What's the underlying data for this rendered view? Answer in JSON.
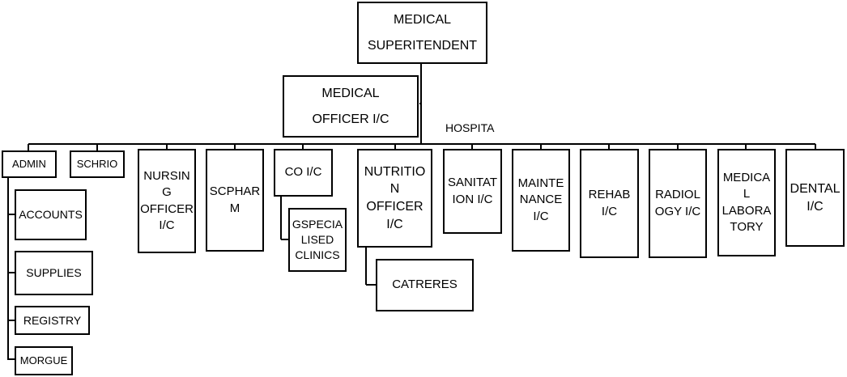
{
  "org_chart": {
    "top": "MEDICAL\nSUPERITENDENT",
    "officer": "MEDICAL\nOFFICER I/C",
    "hospital_label": "HOSPITA",
    "departments": {
      "admin": "ADMIN",
      "schrio": "SCHRIO",
      "nursing": "NURSIN\nG\nOFFICER\nI/C",
      "scpharm": "SCPHAR\nM",
      "co": "CO I/C",
      "nutrition": "NUTRITIO\nN\nOFFICER\nI/C",
      "sanitation": "SANITAT\nION I/C",
      "maintenance": "MAINTE\nNANCE\nI/C",
      "rehab": "REHAB\nI/C",
      "radiology": "RADIOL\nOGY I/C",
      "medical_lab": "MEDICA\nL\nLABORA\nTORY",
      "dental": "DENTAL\nI/C"
    },
    "admin_children": {
      "accounts": "ACCOUNTS",
      "supplies": "SUPPLIES",
      "registry": "REGISTRY",
      "morgue": "MORGUE"
    },
    "co_child": "GSPECIA\nLISED\nCLINICS",
    "nutrition_child": "CATRERES"
  }
}
